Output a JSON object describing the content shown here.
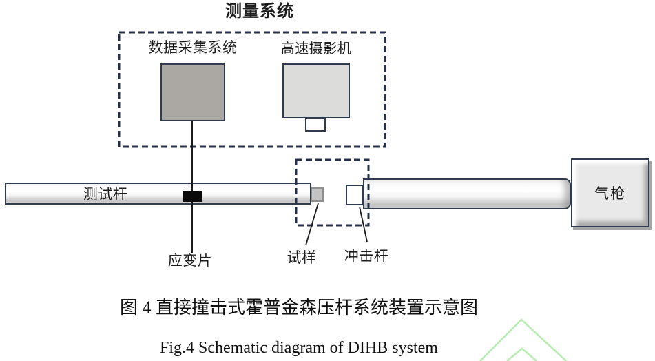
{
  "figure": {
    "title": "测量系统",
    "measurement_box": {
      "daq_label": "数据采集系统",
      "camera_label": "高速摄影机"
    },
    "labels": {
      "test_bar": "测试杆",
      "strain_gauge": "应变片",
      "specimen": "试样",
      "impact_bar": "冲击杆",
      "gas_gun": "气枪"
    },
    "caption_zh": "图 4 直接撞击式霍普金森压杆系统装置示意图",
    "caption_en": "Fig.4 Schematic diagram of DIHB system",
    "colors": {
      "outline": "#2f3b50",
      "dash_border": "#26304a",
      "daq_fill": "#aba8a3",
      "camera_fill": "#dcdcda",
      "specimen_fill": "#c3c3c3",
      "strain_gauge_fill": "#0a0a0a",
      "gas_gun_fill": "#e9e9e9",
      "bar_fill_top": "#ffffff",
      "bar_fill_bottom": "#c2c2c2",
      "watermark_green": "#b7edb0",
      "line_color": "#1a1a1a"
    }
  }
}
